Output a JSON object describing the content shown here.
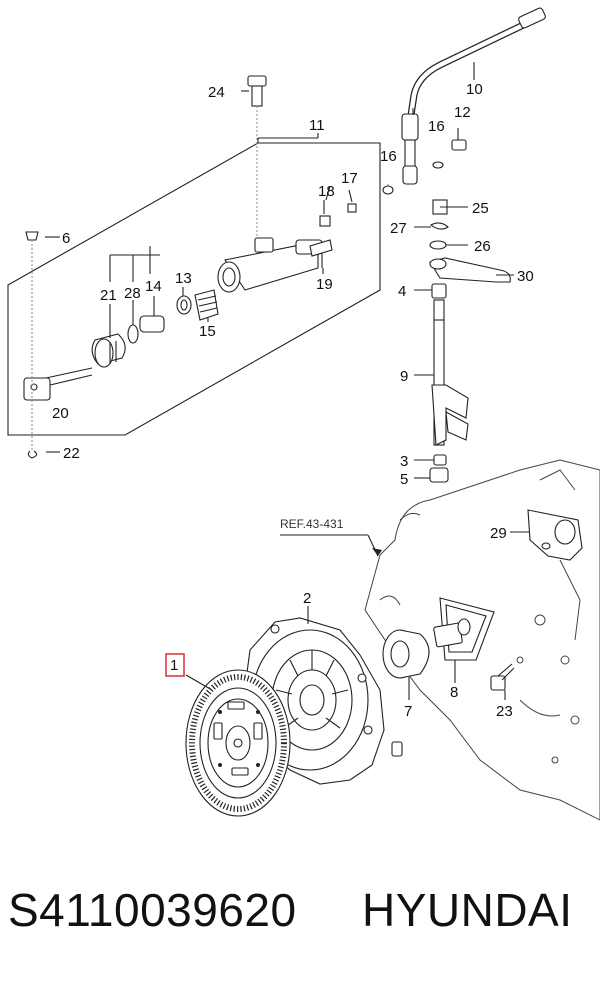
{
  "diagram": {
    "reference": "REF.43-431",
    "highlighted_callout": "1",
    "highlight_color": "#e03a3a",
    "callouts": [
      {
        "id": "1",
        "label": "1"
      },
      {
        "id": "2",
        "label": "2"
      },
      {
        "id": "3",
        "label": "3"
      },
      {
        "id": "4",
        "label": "4"
      },
      {
        "id": "5",
        "label": "5"
      },
      {
        "id": "6",
        "label": "6"
      },
      {
        "id": "7",
        "label": "7"
      },
      {
        "id": "8",
        "label": "8"
      },
      {
        "id": "9",
        "label": "9"
      },
      {
        "id": "10",
        "label": "10"
      },
      {
        "id": "11",
        "label": "11"
      },
      {
        "id": "12",
        "label": "12"
      },
      {
        "id": "13",
        "label": "13"
      },
      {
        "id": "14",
        "label": "14"
      },
      {
        "id": "15",
        "label": "15"
      },
      {
        "id": "16a",
        "label": "16"
      },
      {
        "id": "16b",
        "label": "16"
      },
      {
        "id": "17",
        "label": "17"
      },
      {
        "id": "18",
        "label": "18"
      },
      {
        "id": "19",
        "label": "19"
      },
      {
        "id": "20",
        "label": "20"
      },
      {
        "id": "21",
        "label": "21"
      },
      {
        "id": "22",
        "label": "22"
      },
      {
        "id": "23",
        "label": "23"
      },
      {
        "id": "24",
        "label": "24"
      },
      {
        "id": "25",
        "label": "25"
      },
      {
        "id": "26",
        "label": "26"
      },
      {
        "id": "27",
        "label": "27"
      },
      {
        "id": "28",
        "label": "28"
      },
      {
        "id": "29",
        "label": "29"
      },
      {
        "id": "30",
        "label": "30"
      }
    ]
  },
  "footer": {
    "part_number": "S4110039620",
    "brand": "HYUNDAI"
  }
}
